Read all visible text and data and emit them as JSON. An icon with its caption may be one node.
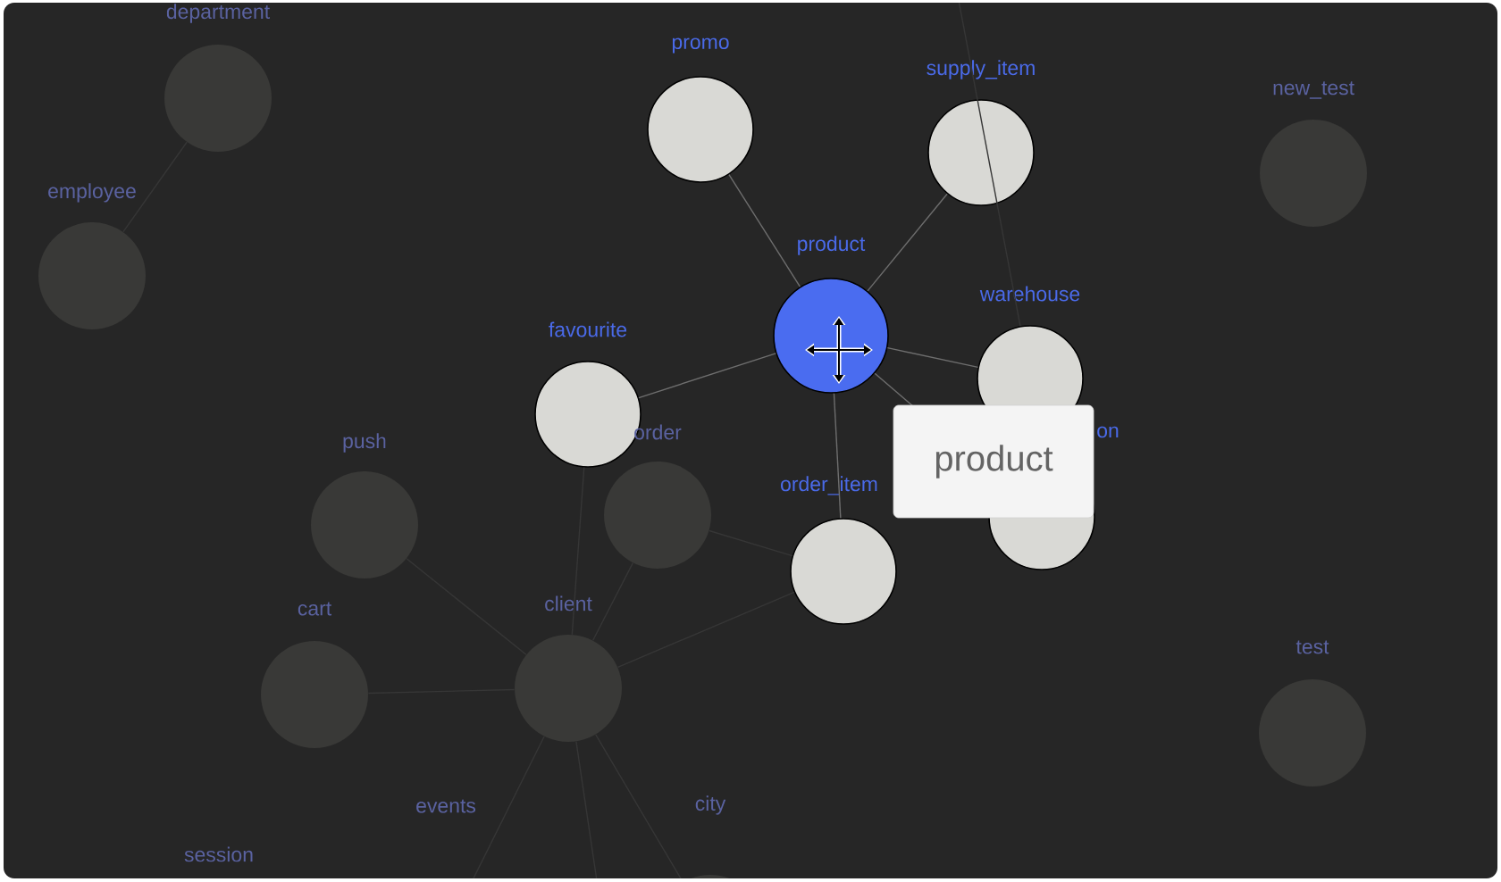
{
  "diagram": {
    "nodes": [
      {
        "text": [
          "department"
        ]
      },
      {
        "text": [
          "promo"
        ]
      },
      {
        "text": [
          "supply_item"
        ]
      },
      {
        "text": [
          "new_test"
        ]
      },
      {
        "text": [
          "employee"
        ]
      },
      {
        "text": [
          "product"
        ]
      },
      {
        "text": [
          "warehouse"
        ]
      },
      {
        "text": [
          "favourite"
        ]
      },
      {
        "text": [
          "on"
        ]
      },
      {
        "text": [
          "order"
        ]
      },
      {
        "text": [
          "push"
        ]
      },
      {
        "text": [
          "order_item"
        ]
      },
      {
        "text": [
          "client"
        ]
      },
      {
        "text": [
          "cart"
        ]
      },
      {
        "text": [
          "test"
        ]
      },
      {
        "text": [
          "events"
        ]
      },
      {
        "text": [
          "city"
        ]
      },
      {
        "text": [
          "session"
        ]
      }
    ],
    "edges": [
      {
        "from": 0,
        "to": 4,
        "arrow": "none"
      },
      {
        "from": 1,
        "to": 5,
        "arrow": "none",
        "color": "#6e6e6e"
      },
      {
        "from": 2,
        "to": 5,
        "arrow": "none",
        "color": "#6e6e6e"
      },
      {
        "from": 5,
        "to": 7,
        "arrow": "none",
        "color": "#6e6e6e"
      },
      {
        "from": 5,
        "to": 6,
        "arrow": "none",
        "color": "#6e6e6e"
      },
      {
        "from": 5,
        "to": 8,
        "arrow": "none",
        "color": "#6e6e6e"
      },
      {
        "from": 5,
        "to": 11,
        "arrow": "none",
        "color": "#6e6e6e"
      },
      {
        "from": null,
        "to": 6,
        "arrow": "none"
      },
      {
        "from": 7,
        "to": 12,
        "arrow": "none"
      },
      {
        "from": 9,
        "to": 12,
        "arrow": "none"
      },
      {
        "from": 9,
        "to": 11,
        "arrow": "none"
      },
      {
        "from": 12,
        "to": 11,
        "arrow": "none"
      },
      {
        "from": 12,
        "to": 10,
        "arrow": "none"
      },
      {
        "from": 12,
        "to": 13,
        "arrow": "none"
      },
      {
        "from": 12,
        "to": 15,
        "arrow": "none"
      },
      {
        "from": 12,
        "to": 16,
        "arrow": "none"
      },
      {
        "from": 12,
        "to": null,
        "arrow": "none"
      }
    ],
    "labels": [
      "product"
    ]
  }
}
